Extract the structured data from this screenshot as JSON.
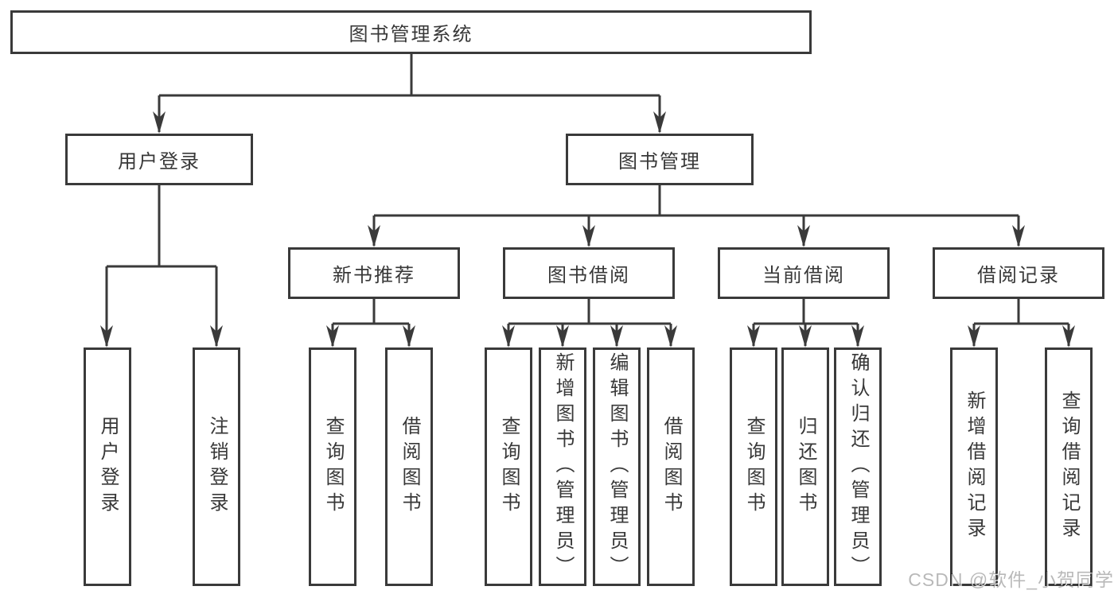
{
  "tree": {
    "root": "图书管理系统",
    "children": [
      {
        "label": "用户登录",
        "children": [
          "用户登录",
          "注销登录"
        ]
      },
      {
        "label": "图书管理",
        "children": [
          {
            "label": "新书推荐",
            "children": [
              "查询图书",
              "借阅图书"
            ]
          },
          {
            "label": "图书借阅",
            "children": [
              "查询图书",
              "新增图书（管理员）",
              "编辑图书（管理员）",
              "借阅图书"
            ]
          },
          {
            "label": "当前借阅",
            "children": [
              "查询图书",
              "归还图书",
              "确认归还（管理员）"
            ]
          },
          {
            "label": "借阅记录",
            "children": [
              "新增借阅记录",
              "查询借阅记录"
            ]
          }
        ]
      }
    ]
  },
  "watermark": {
    "text": "CSDN @软件_小贺同学"
  },
  "colors": {
    "line": "#3a3a3a",
    "text": "#383838",
    "background": "#ffffff",
    "watermark": "#b5b5b5"
  }
}
